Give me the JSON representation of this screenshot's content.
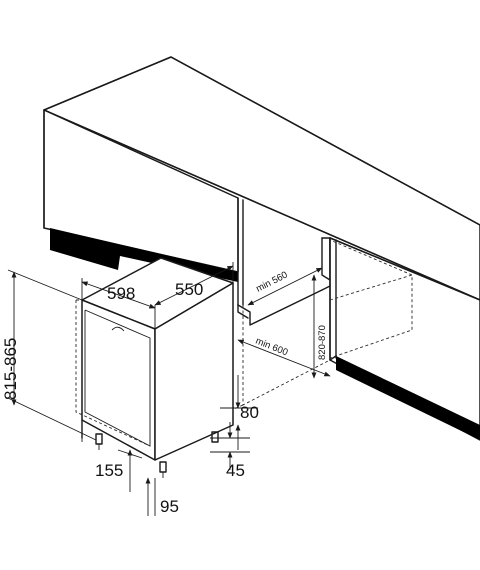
{
  "dimensions": {
    "width": "598",
    "depth": "550",
    "height": "815-865",
    "niche_depth": "min 560",
    "niche_width": "min 600",
    "niche_height": "820-870",
    "plinth_height": "80",
    "foot_offset": "155",
    "door_offset": "95",
    "foot_height": "45"
  },
  "colors": {
    "line": "#1a1a1a",
    "fill": "#ffffff",
    "plinth": "#000000"
  }
}
